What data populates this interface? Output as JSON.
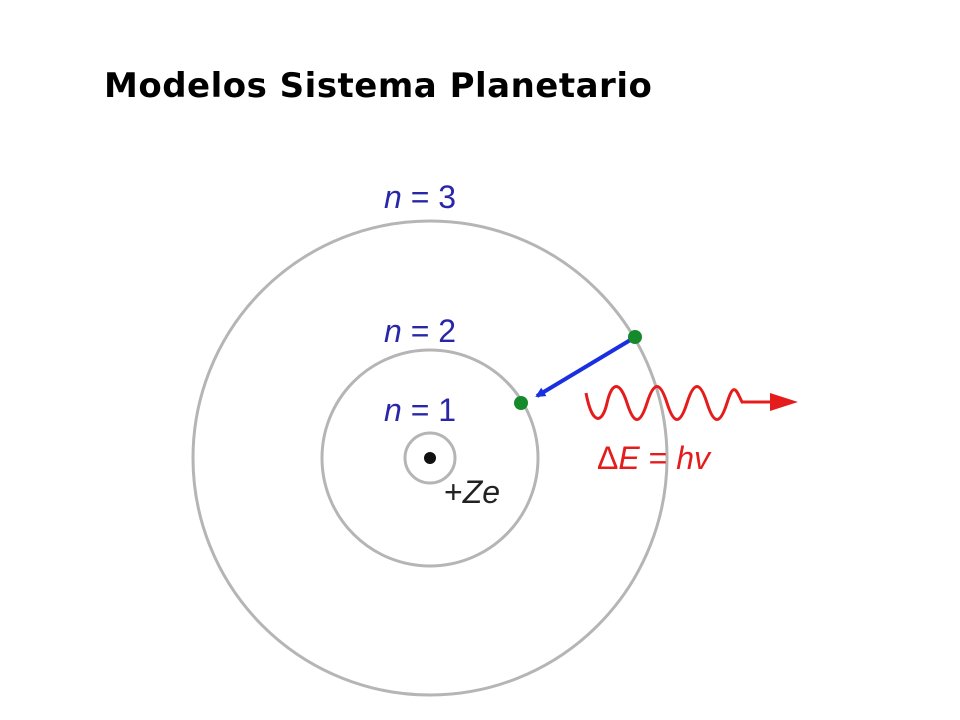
{
  "title": "Modelos Sistema Planetario",
  "diagram": {
    "orbits": [
      {
        "symbol": "n",
        "equals": " = ",
        "value": "1"
      },
      {
        "symbol": "n",
        "equals": " = ",
        "value": "2"
      },
      {
        "symbol": "n",
        "equals": " = ",
        "value": "3"
      }
    ],
    "nucleus": {
      "sign": "+",
      "charge": "Ze"
    },
    "photon": {
      "delta": "Δ",
      "energy": "E",
      "equals": " = ",
      "h": "h",
      "nu": "v"
    },
    "colors": {
      "orbit": "#b5b5b5",
      "electron": "#158a2a",
      "transition_arrow": "#1a2fe0",
      "photon": "#e51c1c",
      "orbit_label": "#2727a8"
    }
  }
}
